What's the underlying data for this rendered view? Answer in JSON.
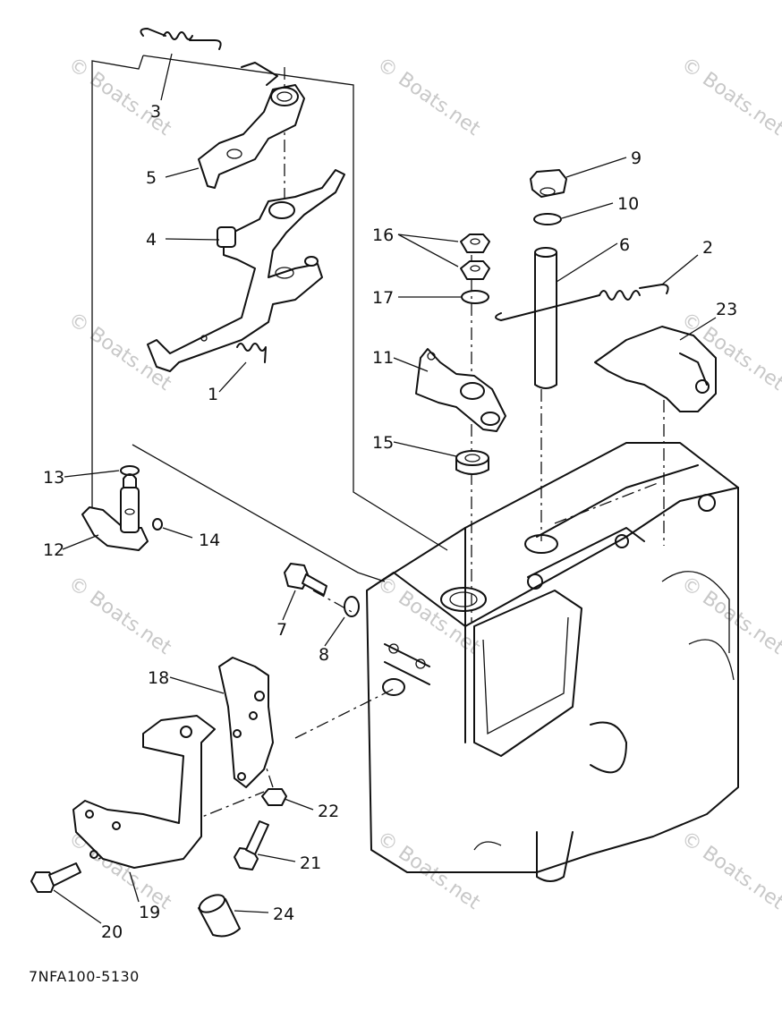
{
  "watermark": "© Boats.net",
  "figure_code": "7NFA100-5130",
  "callouts": [
    {
      "id": "c1",
      "text": "1"
    },
    {
      "id": "c2",
      "text": "2"
    },
    {
      "id": "c3",
      "text": "3"
    },
    {
      "id": "c4",
      "text": "4"
    },
    {
      "id": "c5",
      "text": "5"
    },
    {
      "id": "c6",
      "text": "6"
    },
    {
      "id": "c7",
      "text": "7"
    },
    {
      "id": "c8",
      "text": "8"
    },
    {
      "id": "c9",
      "text": "9"
    },
    {
      "id": "c10",
      "text": "10"
    },
    {
      "id": "c11",
      "text": "11"
    },
    {
      "id": "c12",
      "text": "12"
    },
    {
      "id": "c13",
      "text": "13"
    },
    {
      "id": "c14",
      "text": "14"
    },
    {
      "id": "c15",
      "text": "15"
    },
    {
      "id": "c16",
      "text": "16"
    },
    {
      "id": "c17",
      "text": "17"
    },
    {
      "id": "c18",
      "text": "18"
    },
    {
      "id": "c19",
      "text": "19"
    },
    {
      "id": "c20",
      "text": "20"
    },
    {
      "id": "c21",
      "text": "21"
    },
    {
      "id": "c22",
      "text": "22"
    },
    {
      "id": "c23",
      "text": "23"
    },
    {
      "id": "c24",
      "text": "24"
    }
  ]
}
